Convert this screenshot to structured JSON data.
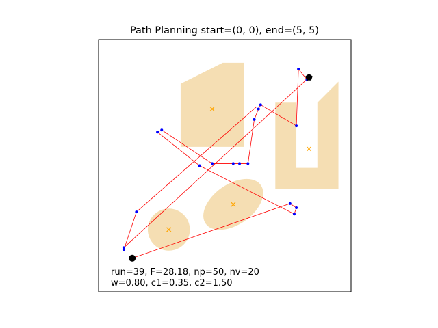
{
  "chart_data": {
    "type": "scatter",
    "title": "Path Planning start=(0, 0), end=(5, 5)",
    "xlim": [
      -0.8,
      5.2
    ],
    "ylim": [
      -0.8,
      5.2
    ],
    "grid": false,
    "info_lines": [
      "run=39, F=28.18, np=50, nv=20",
      "w=0.80, c1=0.35, c2=1.50"
    ],
    "colors": {
      "obstacle": "#f5deb3",
      "center_marker": "#ffa500",
      "path": "#ff0000",
      "waypoint": "#0000ff",
      "start": "#000000",
      "end": "#000000"
    },
    "start": [
      0,
      0
    ],
    "end": [
      4.2,
      4.3
    ],
    "obstacles": [
      {
        "kind": "polygon",
        "center": [
          1.9,
          3.55
        ],
        "points": [
          [
            1.15,
            2.65
          ],
          [
            2.65,
            2.65
          ],
          [
            2.65,
            4.65
          ],
          [
            2.15,
            4.65
          ],
          [
            1.15,
            4.15
          ]
        ]
      },
      {
        "kind": "polygon",
        "center": [
          4.2,
          2.6
        ],
        "points": [
          [
            3.4,
            1.65
          ],
          [
            4.9,
            1.65
          ],
          [
            4.9,
            4.2
          ],
          [
            4.4,
            3.7
          ],
          [
            4.4,
            2.15
          ],
          [
            3.9,
            2.15
          ],
          [
            3.9,
            3.7
          ],
          [
            3.4,
            3.7
          ]
        ]
      },
      {
        "kind": "ellipse",
        "center": [
          0.87,
          0.68
        ],
        "rx": 0.5,
        "ry": 0.5,
        "angle": 0
      },
      {
        "kind": "ellipse",
        "center": [
          2.4,
          1.28
        ],
        "rx": 0.8,
        "ry": 0.48,
        "angle": -35
      }
    ],
    "path": [
      [
        0,
        0
      ],
      [
        3.75,
        1.3
      ],
      [
        3.9,
        1.2
      ],
      [
        3.85,
        1.05
      ],
      [
        1.6,
        2.2
      ],
      [
        0.6,
        3.0
      ],
      [
        0.7,
        3.05
      ],
      [
        1.9,
        2.25
      ],
      [
        2.4,
        2.25
      ],
      [
        2.55,
        2.25
      ],
      [
        2.75,
        2.25
      ],
      [
        2.9,
        3.3
      ],
      [
        3.0,
        3.55
      ],
      [
        3.05,
        3.65
      ],
      [
        3.9,
        3.15
      ],
      [
        3.95,
        4.5
      ],
      [
        4.15,
        4.25
      ],
      [
        4.2,
        4.3
      ],
      [
        -0.2,
        0.25
      ],
      [
        -0.2,
        0.2
      ],
      [
        0.1,
        1.1
      ],
      [
        2.95,
        3.6
      ]
    ]
  }
}
